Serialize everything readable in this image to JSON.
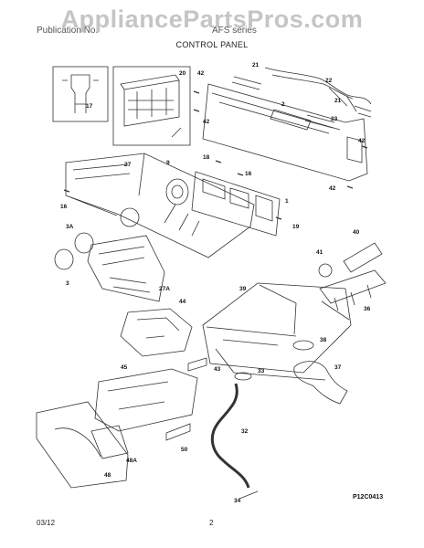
{
  "watermark": "AppliancePartsPros.com",
  "header": {
    "publication_partial": "Publication No.",
    "model_partial": "AFS series"
  },
  "title": "CONTROL PANEL",
  "diagram_code": "P12C0413",
  "footer": {
    "date": "03/12",
    "page": "2"
  },
  "part_labels": [
    "17",
    "20",
    "21",
    "21",
    "42",
    "42",
    "2",
    "22",
    "23",
    "42",
    "42",
    "27",
    "9",
    "18",
    "16",
    "1",
    "19",
    "16",
    "3A",
    "3",
    "27A",
    "40",
    "41",
    "36",
    "39",
    "44",
    "38",
    "45",
    "33",
    "37",
    "43",
    "32",
    "50",
    "48A",
    "48",
    "34"
  ]
}
